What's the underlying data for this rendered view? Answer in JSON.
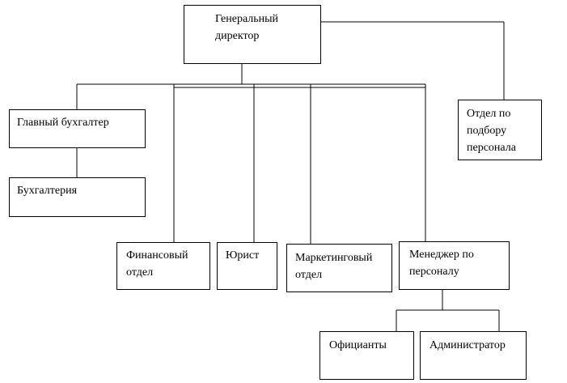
{
  "org_chart": {
    "nodes": {
      "director": {
        "label": "Генеральный\nдиректор"
      },
      "hr_department": {
        "label": "Отдел по\nподбору\nперсонала"
      },
      "chief_accountant": {
        "label": "Главный бухгалтер"
      },
      "accounting": {
        "label": "Бухгалтерия"
      },
      "finance": {
        "label": "Финансовый\nотдел"
      },
      "lawyer": {
        "label": "Юрист"
      },
      "marketing": {
        "label": "Маркетинговый\nотдел"
      },
      "personnel_manager": {
        "label": "Менеджер по\nперсоналу"
      },
      "waiters": {
        "label": "Официанты"
      },
      "administrator": {
        "label": "Администратор"
      }
    },
    "edges": [
      [
        "director",
        "hr_department"
      ],
      [
        "director",
        "chief_accountant"
      ],
      [
        "director",
        "finance"
      ],
      [
        "director",
        "lawyer"
      ],
      [
        "director",
        "marketing"
      ],
      [
        "director",
        "personnel_manager"
      ],
      [
        "chief_accountant",
        "accounting"
      ],
      [
        "personnel_manager",
        "waiters"
      ],
      [
        "personnel_manager",
        "administrator"
      ]
    ]
  }
}
